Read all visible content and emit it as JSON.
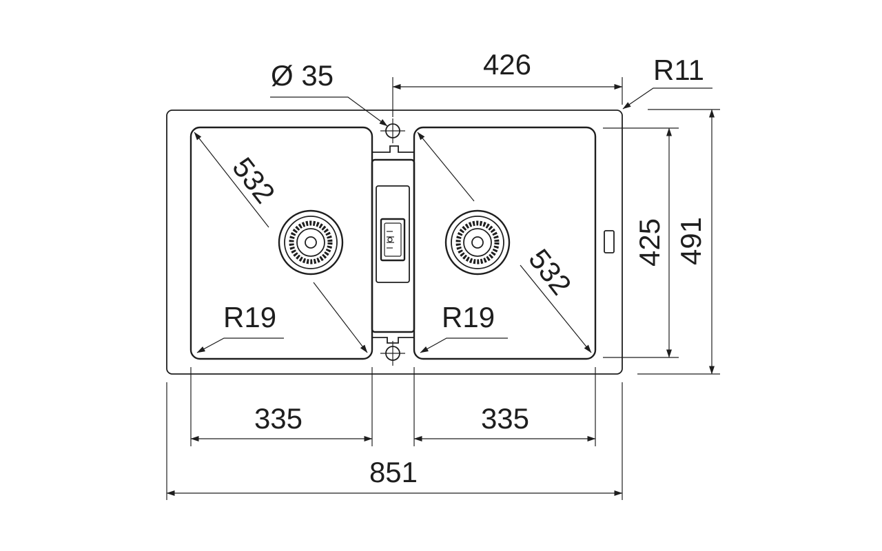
{
  "drawing": {
    "labels": {
      "overflow_hole_diameter": "Ø 35",
      "drainer_width": "426",
      "outer_corner_radius": "R11",
      "left_bowl_diagonal": "532",
      "right_bowl_diagonal": "532",
      "left_bowl_corner_radius": "R19",
      "right_bowl_corner_radius": "R19",
      "bowl_depth": "425",
      "overall_depth": "491",
      "left_bowl_width": "335",
      "right_bowl_width": "335",
      "overall_width": "851"
    },
    "line_color": "#1e1e1e",
    "background_color": "#ffffff"
  }
}
